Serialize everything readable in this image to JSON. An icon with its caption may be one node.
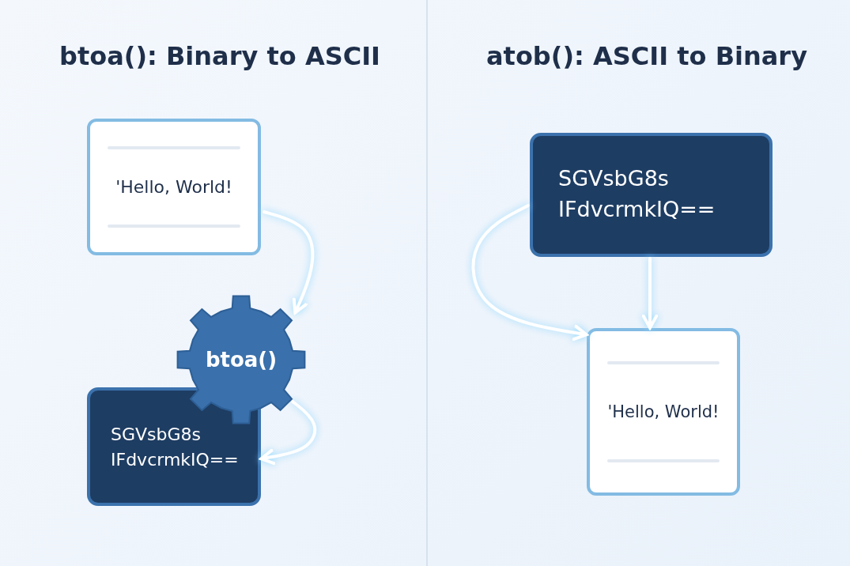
{
  "diagram": {
    "nodes": [
      {
        "text": [
          "'Hello, World!"
        ]
      },
      {
        "text": [
          "btoa()"
        ]
      },
      {
        "text": [
          "SGVsbG8s IFdvcrmkIQ=="
        ]
      },
      {
        "text": [
          "SGVsbG8s IFdvcrmkIQ=="
        ]
      },
      {
        "text": [
          "'Hello, World!"
        ]
      }
    ],
    "edges": [
      {
        "from": 0,
        "to": 1,
        "arrow": "to"
      },
      {
        "from": 1,
        "to": 2,
        "arrow": "to"
      },
      {
        "from": 3,
        "to": 4,
        "arrow": "to"
      },
      {
        "from": 3,
        "to": 4,
        "arrow": "to"
      }
    ],
    "labels": [
      "btoa(): Binary to ASCII",
      "atob(): ASCII to Binary"
    ]
  }
}
